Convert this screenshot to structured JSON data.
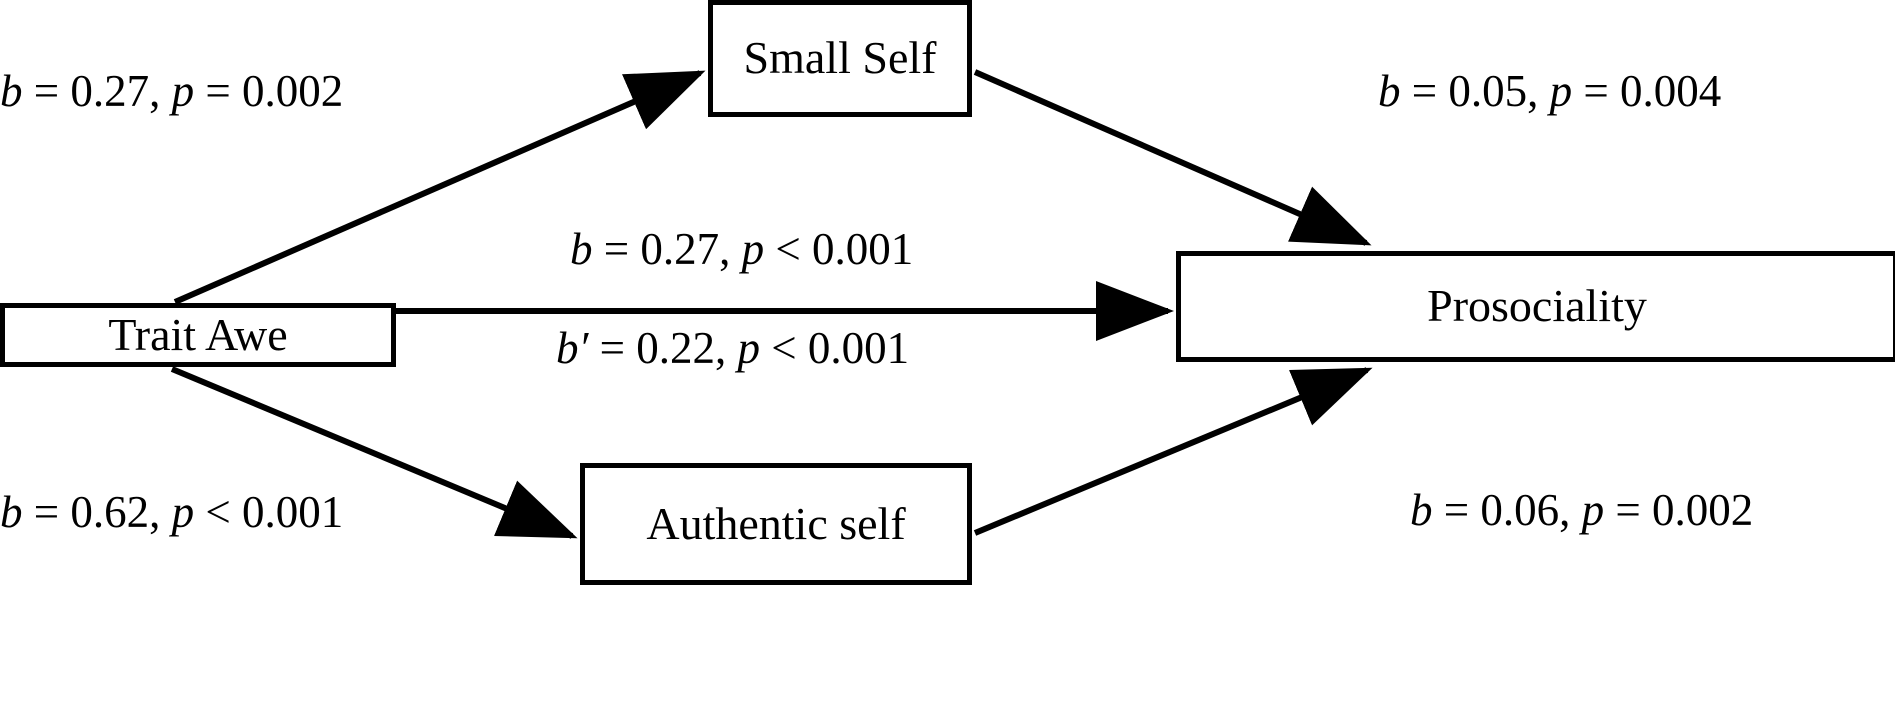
{
  "figure": {
    "type": "path-diagram",
    "description": "Parallel mediation model of Trait Awe predicting Prosociality via Small Self and Authentic self",
    "background_color": "#ffffff",
    "stroke_color": "#000000"
  },
  "nodes": [
    {
      "id": "trait-awe",
      "label": "Trait Awe",
      "role": "predictor"
    },
    {
      "id": "small-self",
      "label": "Small Self",
      "role": "mediator"
    },
    {
      "id": "authentic-self",
      "label": "Authentic self",
      "role": "mediator"
    },
    {
      "id": "prosociality",
      "label": "Prosociality",
      "role": "outcome"
    }
  ],
  "edges": [
    {
      "id": "a1",
      "from": "trait-awe",
      "to": "small-self",
      "coef_symbol": "b",
      "coef_value": "0.27",
      "p_operator": "=",
      "p_value": "0.002",
      "label_b": "b = 0.27,",
      "label_p": "p = 0.002",
      "label_full": "b = 0.27, p = 0.002"
    },
    {
      "id": "b1",
      "from": "small-self",
      "to": "prosociality",
      "coef_symbol": "b",
      "coef_value": "0.05",
      "p_operator": "=",
      "p_value": "0.004",
      "label_b": "b = 0.05,",
      "label_p": "p = 0.004",
      "label_full": "b = 0.05, p = 0.004"
    },
    {
      "id": "c",
      "from": "trait-awe",
      "to": "prosociality",
      "coef_symbol": "b",
      "coef_value": "0.27",
      "p_operator": "<",
      "p_value": "0.001",
      "label_b": "b = 0.27,",
      "label_p": "p < 0.001",
      "label_full": "b = 0.27, p < 0.001"
    },
    {
      "id": "cprime",
      "from": "trait-awe",
      "to": "prosociality",
      "coef_symbol": "b'",
      "coef_value": "0.22",
      "p_operator": "<",
      "p_value": "0.001",
      "label_b": "b′ = 0.22,",
      "label_p": "p < 0.001",
      "label_full": "b′ = 0.22, p < 0.001"
    },
    {
      "id": "a2",
      "from": "trait-awe",
      "to": "authentic-self",
      "coef_symbol": "b",
      "coef_value": "0.62",
      "p_operator": "<",
      "p_value": "0.001",
      "label_b": "b = 0.62,",
      "label_p": "p < 0.001",
      "label_full": "b = 0.62, p < 0.001"
    },
    {
      "id": "b2",
      "from": "authentic-self",
      "to": "prosociality",
      "coef_symbol": "b",
      "coef_value": "0.06",
      "p_operator": "=",
      "p_value": "0.002",
      "label_b": "b = 0.06,",
      "label_p": "p = 0.002",
      "label_full": "b = 0.06, p = 0.002"
    }
  ],
  "labels": {
    "a1_b": "b",
    "a1_rest": " = 0.27, ",
    "a1_p": "p",
    "a1_tail": " = 0.002",
    "b1_b": "b",
    "b1_rest": " = 0.05, ",
    "b1_p": "p",
    "b1_tail": " = 0.004",
    "c_b": "b",
    "c_rest": " = 0.27, ",
    "c_p": "p",
    "c_tail": " < 0.001",
    "cp_b": "b′",
    "cp_rest": " = 0.22, ",
    "cp_p": "p",
    "cp_tail": " < 0.001",
    "a2_b": "b",
    "a2_rest": " = 0.62, ",
    "a2_p": "p",
    "a2_tail": " < 0.001",
    "b2_b": "b",
    "b2_rest": " = 0.06, ",
    "b2_p": "p",
    "b2_tail": " = 0.002"
  },
  "node_labels": {
    "trait_awe": "Trait Awe",
    "small_self": "Small Self",
    "authentic_self": "Authentic self",
    "prosociality": "Prosociality"
  }
}
